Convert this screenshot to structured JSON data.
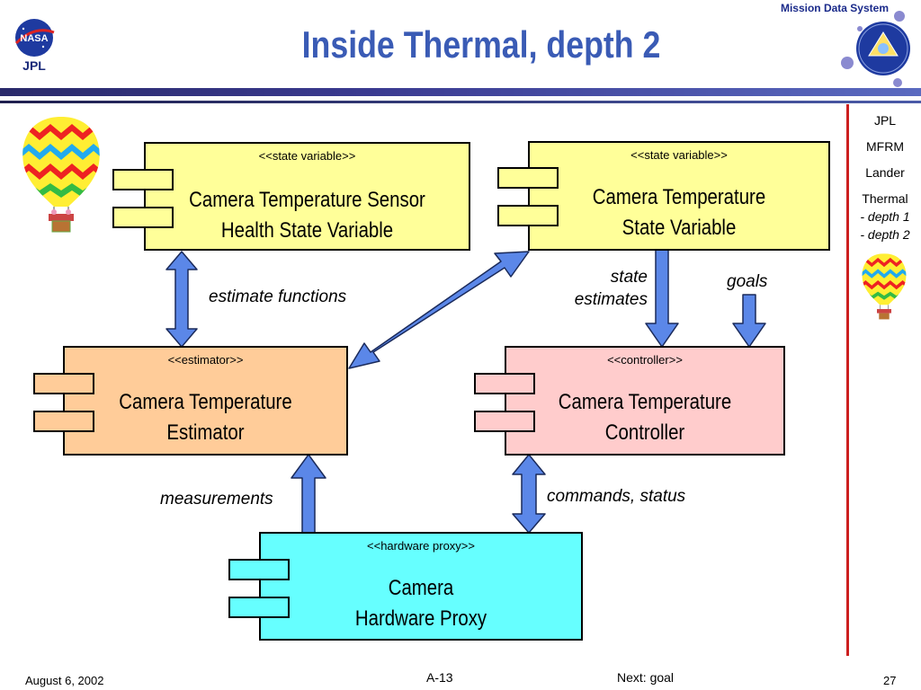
{
  "header": {
    "title": "Inside Thermal, depth 2",
    "brand_label": "Mission Data System",
    "logo_nasa": "NASA",
    "logo_jpl": "JPL"
  },
  "nav": {
    "items": [
      "JPL",
      "MFRM",
      "Lander",
      "Thermal"
    ],
    "sub_items": [
      "- depth 1",
      "- depth 2"
    ]
  },
  "diagram": {
    "sensor_sv": {
      "stereotype": "<<state variable>>",
      "line1": "Camera Temperature Sensor",
      "line2": "Health State Variable",
      "fill": "#ffff99"
    },
    "temp_sv": {
      "stereotype": "<<state variable>>",
      "line1": "Camera Temperature",
      "line2": "State Variable",
      "fill": "#ffff99"
    },
    "estimator": {
      "stereotype": "<<estimator>>",
      "line1": "Camera Temperature",
      "line2": "Estimator",
      "fill": "#ffcc99"
    },
    "controller": {
      "stereotype": "<<controller>>",
      "line1": "Camera Temperature",
      "line2": "Controller",
      "fill": "#ffcccc"
    },
    "hw_proxy": {
      "stereotype": "<<hardware proxy>>",
      "line1": "Camera",
      "line2": "Hardware Proxy",
      "fill": "#66ffff"
    },
    "labels": {
      "estimate_functions": "estimate functions",
      "state_estimates_1": "state",
      "state_estimates_2": "estimates",
      "goals": "goals",
      "measurements": "measurements",
      "commands_status": "commands, status"
    },
    "arrow_color": "#5b87e8"
  },
  "footer": {
    "date": "August 6, 2002",
    "code": "A-13",
    "next": "Next: goal",
    "page": "27"
  }
}
